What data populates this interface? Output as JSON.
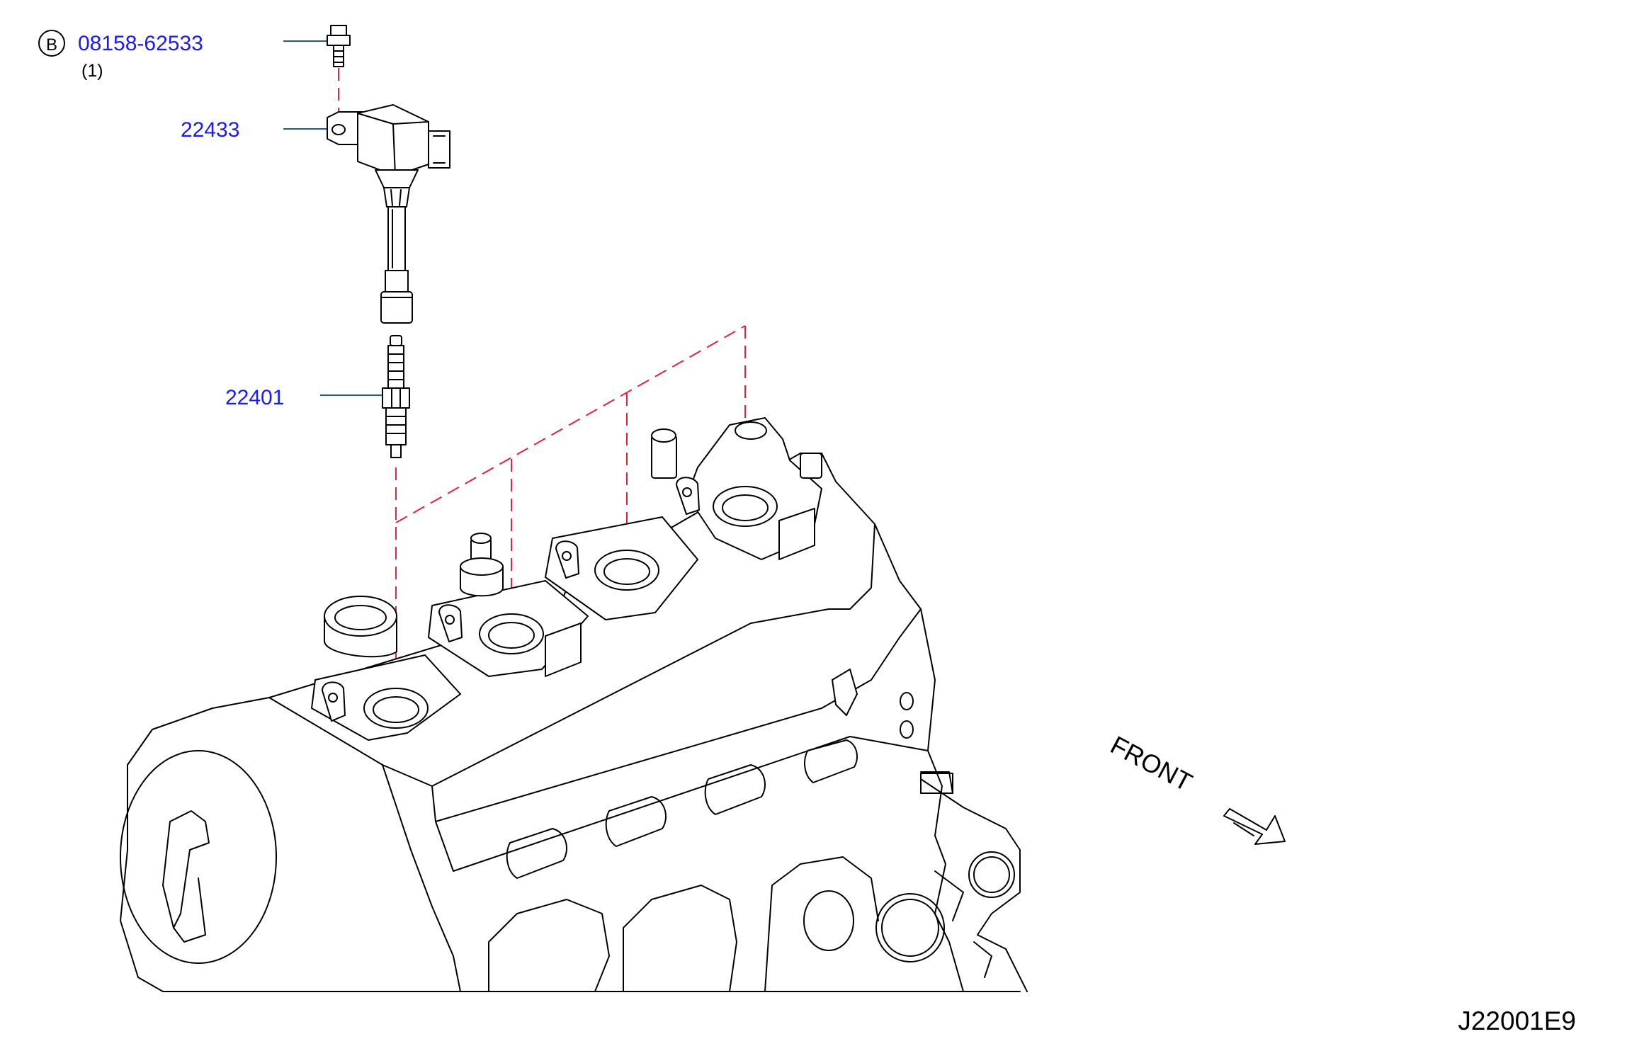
{
  "callouts": {
    "bolt": {
      "badge": "B",
      "part_number": "08158-62533",
      "quantity": "(1)"
    },
    "ignition_coil": {
      "part_number": "22433"
    },
    "spark_plug": {
      "part_number": "22401"
    }
  },
  "front_label": "FRONT",
  "diagram_code": "J22001E9",
  "colors": {
    "part_link": "#1a1aff",
    "leader": "#1f5aa8",
    "alignment_dash": "#e8213c",
    "line": "#000000"
  },
  "icons": [
    "bolt-icon",
    "ignition-coil-icon",
    "spark-plug-icon",
    "engine-head-icon",
    "front-arrow-icon"
  ]
}
